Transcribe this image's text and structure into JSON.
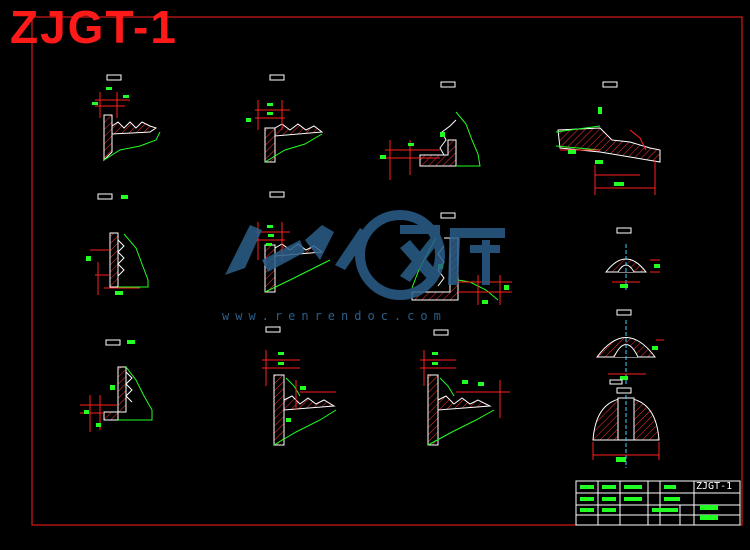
{
  "drawing": {
    "title": "ZJGT-1",
    "title_color": "#ff1a1a",
    "frame_color": "#ff2020",
    "hatch_color": "#ff3030",
    "outline_color": "#ffffff",
    "break_line_color": "#22ff22",
    "dimension_color": "#ff2020",
    "dimension_text_color": "#22ff22",
    "center_line_color": "#3ad0ff"
  },
  "watermark": {
    "url": "www.renrendoc.com",
    "color": "#2b5f8a"
  },
  "title_block": {
    "code": "ZJGT-1"
  }
}
